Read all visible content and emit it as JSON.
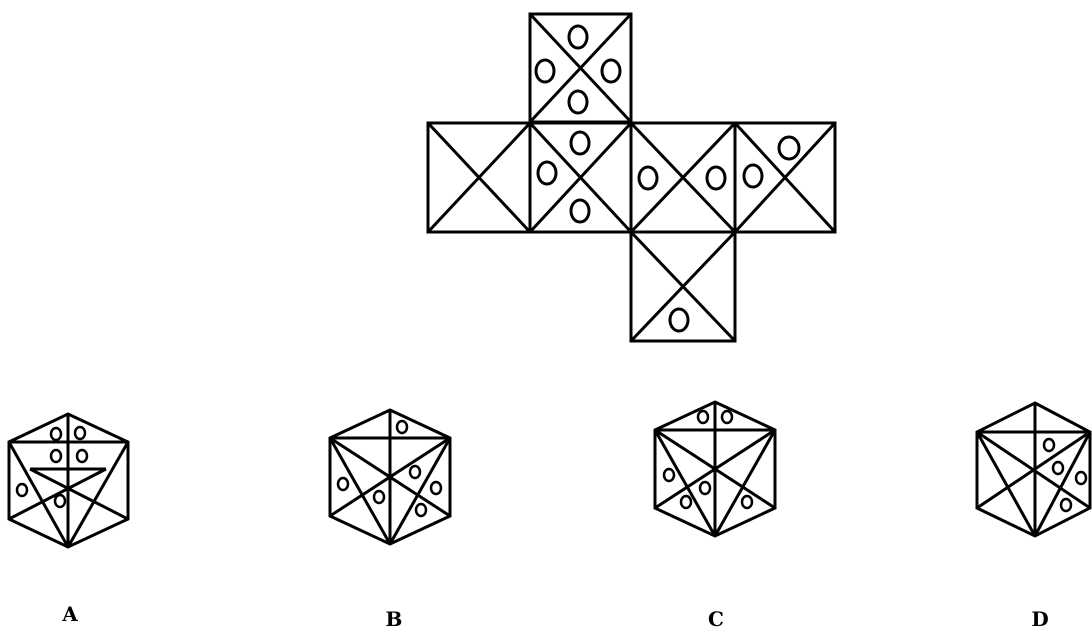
{
  "options": [
    {
      "label": "A"
    },
    {
      "label": "B"
    },
    {
      "label": "C"
    },
    {
      "label": "D"
    }
  ],
  "stroke_color": "#000000",
  "background_color": "#ffffff"
}
